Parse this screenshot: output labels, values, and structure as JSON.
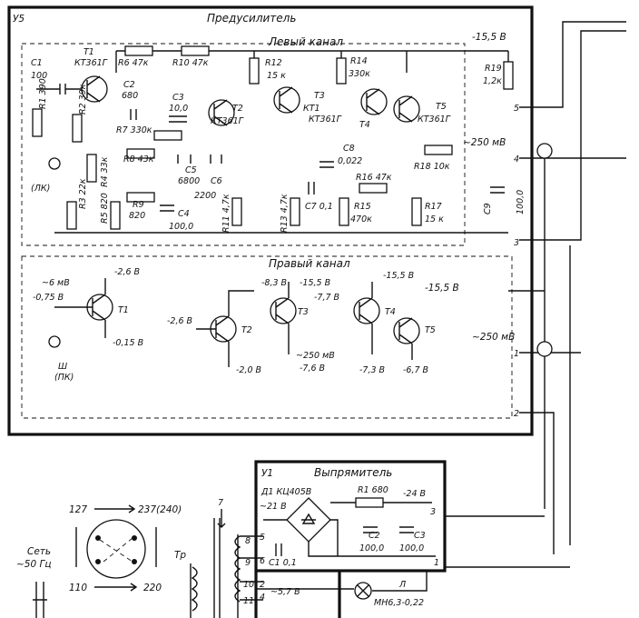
{
  "preamp": {
    "unit_tag": "У5",
    "title": "Предусилитель",
    "left_channel": "Левый канал",
    "right_channel": "Правый канал",
    "supply_voltage": "-15,5 В",
    "output_level": "~250 мВ",
    "right_supply": "-15,5 В",
    "right_output": "~250 мВ",
    "pins": {
      "p5": "5",
      "p4": "4",
      "p3": "3",
      "p1": "1",
      "p2": "2"
    },
    "components": {
      "c1": "C1",
      "c1v": "100",
      "t1": "T1",
      "t1t": "КТ361Г",
      "r6": "R6 47к",
      "r10": "R10 47к",
      "c2": "C2",
      "c2v": "680",
      "c3": "C3",
      "c3v": "10,0",
      "r12": "R12",
      "r12v": "15 к",
      "r14": "R14",
      "r14v": "330к",
      "t2": "T2",
      "t2t": "КТ361Г",
      "t3": "T3",
      "t3t": "КТ1",
      "t4": "T4",
      "t4t": "КТ361Г",
      "t5": "T5",
      "t5t": "КТ361Г",
      "r1": "R1 390",
      "r2": "R2 39к",
      "r7": "R7 330к",
      "r8": "R8 43к",
      "r4": "R4 33к",
      "c5": "C5",
      "c5v": "6800",
      "c6": "C6",
      "c6v": "2200",
      "r3": "R3 22к",
      "r5": "R5 820",
      "r9": "R9",
      "r9v": "820",
      "c4": "C4",
      "c4v": "100,0",
      "r11": "R11 4,7к",
      "r13": "R13 4,7к",
      "c7": "C7 0,1",
      "c8": "C8",
      "c8v": "0,022",
      "r16": "R16 47к",
      "r15": "R15",
      "r15v": "470к",
      "r17": "R17",
      "r17v": "15 к",
      "r18": "R18 10к",
      "r19": "R19",
      "r19v": "1,2к",
      "c9": "C9",
      "c9v": "100,0",
      "lk": "(ЛК)"
    },
    "right_voltages": {
      "in": "~6 мВ",
      "t1b": "-0,75 В",
      "t1c": "-2,6 В",
      "t1e": "-0,15 В",
      "t1": "T1",
      "t2b": "-2,6 В",
      "t2c": "-8,3 В",
      "t2e": "-2,0 В",
      "t2": "T2",
      "t3c": "-15,5 В",
      "t3": "T3",
      "t3o": "~250 мВ",
      "t3e": "-7,6 В",
      "t4b": "-7,7 В",
      "t4c": "-15,5 В",
      "t4e": "-7,3 В",
      "t4": "T4",
      "t5": "T5",
      "t5e": "-6,7 В",
      "sh": "Ш",
      "pk": "(ПК)"
    }
  },
  "rectifier": {
    "unit_tag": "У1",
    "title": "Выпрямитель",
    "d1": "Д1 КЦ405В",
    "ac_voltage": "~21 В",
    "r1": "R1 680",
    "dc_out": "-24 В",
    "c1": "C1 0,1",
    "c2": "C2",
    "c2v": "100,0",
    "c3": "C3",
    "c3v": "100,0",
    "pins": {
      "p3": "3",
      "p1": "1",
      "p5": "5",
      "p6": "6",
      "p2": "2",
      "p4": "4"
    },
    "lamp_voltage": "~5,7 В",
    "lamp": "Л",
    "lamp_type": "МН6,3-0,22"
  },
  "mains": {
    "v127": "127",
    "v237": "237(240)",
    "v110": "110",
    "v220": "220",
    "label1": "Сеть",
    "label2": "~50 Гц",
    "transformer": "Тр",
    "pin7": "7",
    "winding_pins": [
      "8",
      "9",
      "10",
      "11"
    ]
  }
}
